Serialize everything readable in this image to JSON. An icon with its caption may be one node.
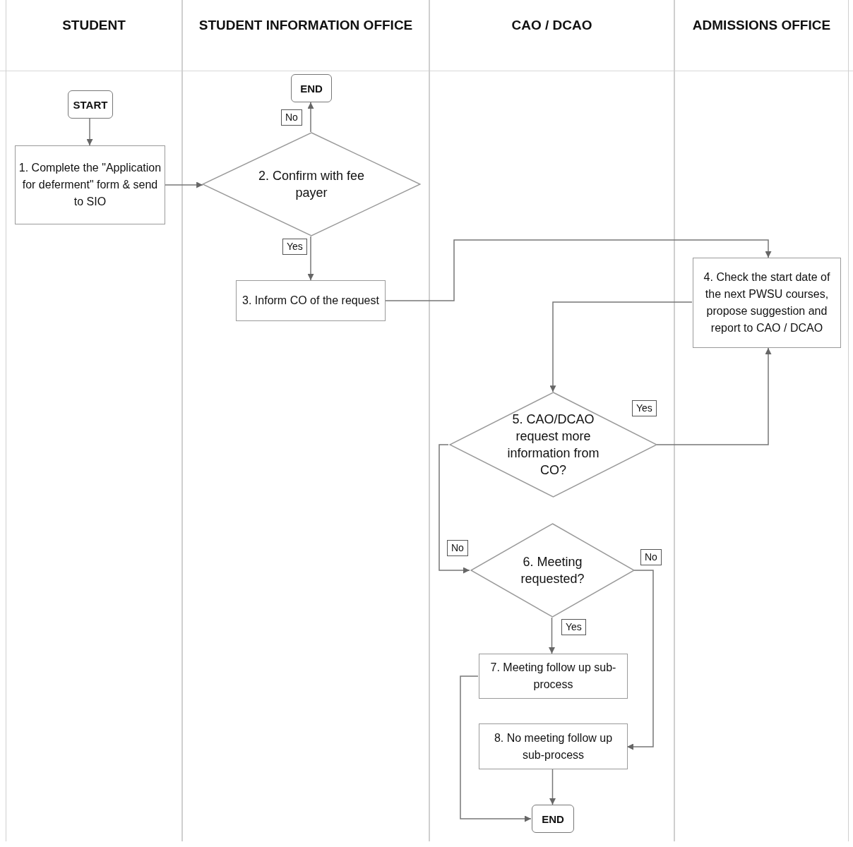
{
  "diagram": {
    "nodes": [
      {
        "text": [
          "STUDENT"
        ]
      },
      {
        "text": [
          "STUDENT INFORMATION OFFICE"
        ]
      },
      {
        "text": [
          "CAO / DCAO"
        ]
      },
      {
        "text": [
          "ADMISSIONS OFFICE"
        ]
      },
      {
        "text": [
          "START"
        ],
        "in": 0
      },
      {
        "text": [
          "1. Complete the \"Application for deferment\" form & send to SIO"
        ],
        "in": 0
      },
      {
        "text": [
          "END"
        ],
        "in": 1
      },
      {
        "text": [
          "2. Confirm with fee payer"
        ],
        "in": 1
      },
      {
        "text": [
          "3. Inform CO of the request"
        ],
        "in": 1
      },
      {
        "text": [
          "4. Check the start date of the next PWSU courses, propose suggestion and report to CAO / DCAO"
        ],
        "in": 3
      },
      {
        "text": [
          "5. CAO/DCAO request more information from CO?"
        ],
        "in": 2
      },
      {
        "text": [
          "6. Meeting requested?"
        ],
        "in": 2
      },
      {
        "text": [
          "7. Meeting follow up sub-process"
        ],
        "in": 2
      },
      {
        "text": [
          "8. No meeting follow up sub-process"
        ],
        "in": 2
      },
      {
        "text": [
          "END"
        ],
        "in": 2
      }
    ],
    "edges": [
      {
        "from": 4,
        "to": 5,
        "arrow": "to"
      },
      {
        "from": 5,
        "to": 7,
        "arrow": "to"
      },
      {
        "from": 7,
        "to": 6,
        "arrow": "to",
        "label": "No"
      },
      {
        "from": 7,
        "to": 8,
        "arrow": "to",
        "label": "Yes"
      },
      {
        "from": 8,
        "to": 9,
        "arrow": "to"
      },
      {
        "from": 9,
        "to": 10,
        "arrow": "to"
      },
      {
        "from": 10,
        "to": 9,
        "arrow": "to",
        "label": "Yes"
      },
      {
        "from": 10,
        "to": 11,
        "arrow": "to",
        "label": "No"
      },
      {
        "from": 11,
        "to": 12,
        "arrow": "to",
        "label": "Yes"
      },
      {
        "from": 11,
        "to": 13,
        "arrow": "to",
        "label": "No"
      },
      {
        "from": 12,
        "to": 14,
        "arrow": "to"
      },
      {
        "from": 13,
        "to": 14,
        "arrow": "to"
      }
    ]
  }
}
